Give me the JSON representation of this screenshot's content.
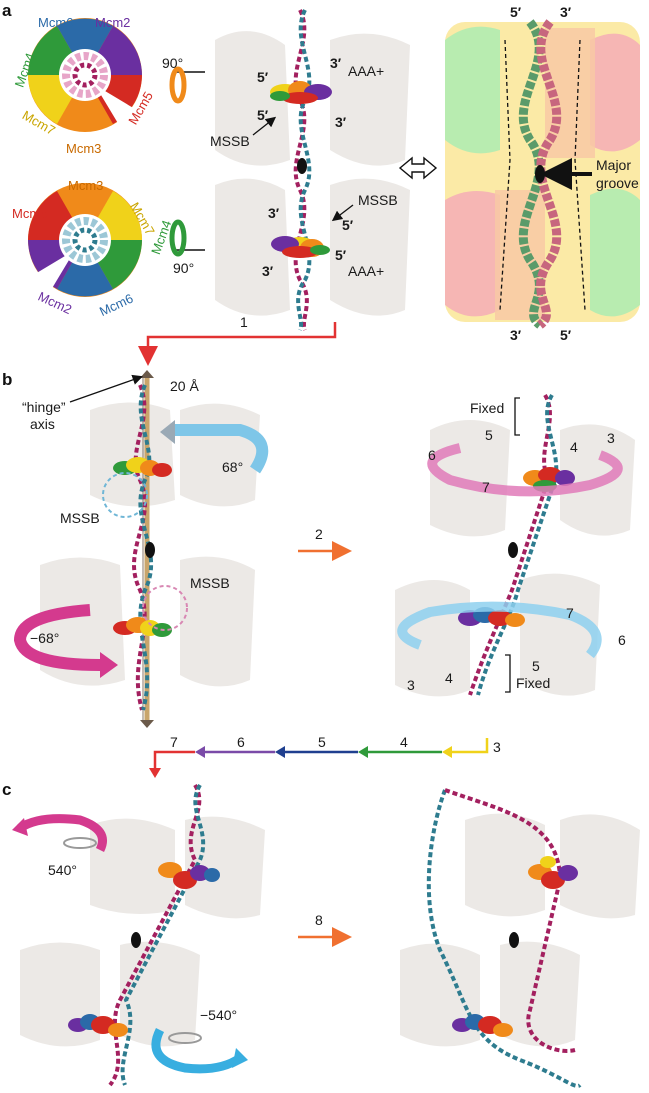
{
  "panels": {
    "a": "a",
    "b": "b",
    "c": "c"
  },
  "panel_a": {
    "ring_top": {
      "mcm6": "Mcm6",
      "mcm2": "Mcm2",
      "mcm4": "Mcm4",
      "mcm5": "Mcm5",
      "mcm7": "Mcm7",
      "mcm3": "Mcm3"
    },
    "ring_bottom": {
      "mcm3": "Mcm3",
      "mcm5": "Mcm5",
      "mcm7": "Mcm7",
      "mcm4": "Mcm4",
      "mcm2": "Mcm2",
      "mcm6": "Mcm6"
    },
    "rotate_top": "90°",
    "rotate_bottom": "90°",
    "center": {
      "five_prime_a": "5′",
      "three_prime_a": "3′",
      "aaa_top": "AAA+",
      "five_prime_b": "5′",
      "three_prime_b": "3′",
      "mssb_top": "MSSB",
      "mssb_bottom": "MSSB",
      "three_prime_c": "3′",
      "five_prime_c": "5′",
      "three_prime_d": "3′",
      "five_prime_d": "5′",
      "aaa_bottom": "AAA+"
    },
    "right": {
      "five_prime_top": "5′",
      "three_prime_top": "3′",
      "major_groove": "Major",
      "major_groove_2": "groove",
      "three_prime_bottom": "3′",
      "five_prime_bottom": "5′"
    },
    "step1": "1"
  },
  "panel_b": {
    "angstrom": "20 Å",
    "hinge": "“hinge”",
    "hinge2": "axis",
    "angle_pos": "68°",
    "angle_neg": "−68°",
    "mssb_left": "MSSB",
    "mssb_right": "MSSB",
    "step2": "2",
    "right_top": {
      "fixed": "Fixed",
      "n3": "3",
      "n4": "4",
      "n5": "5",
      "n6": "6",
      "n7": "7"
    },
    "right_bottom": {
      "fixed": "Fixed",
      "n3": "3",
      "n4": "4",
      "n5": "5",
      "n6": "6",
      "n7": "7"
    }
  },
  "steps_row": {
    "s7": "7",
    "s6": "6",
    "s5": "5",
    "s4": "4",
    "s3": "3"
  },
  "panel_c": {
    "angle_pos": "540°",
    "angle_neg": "−540°",
    "step8": "8"
  },
  "colors": {
    "strand_teal": "#2e7c8f",
    "strand_magenta": "#a3205f",
    "strand_pink": "#e7a5c8",
    "mcm2": "#6a2fa0",
    "mcm3": "#f08a1a",
    "mcm4": "#2f9a3a",
    "mcm5": "#d42a22",
    "mcm6": "#2b6aa8",
    "mcm7": "#f0d21a",
    "arrow_red": "#e23232",
    "arrow_orange": "#f07030",
    "arrow_blue": "#38aee0"
  }
}
